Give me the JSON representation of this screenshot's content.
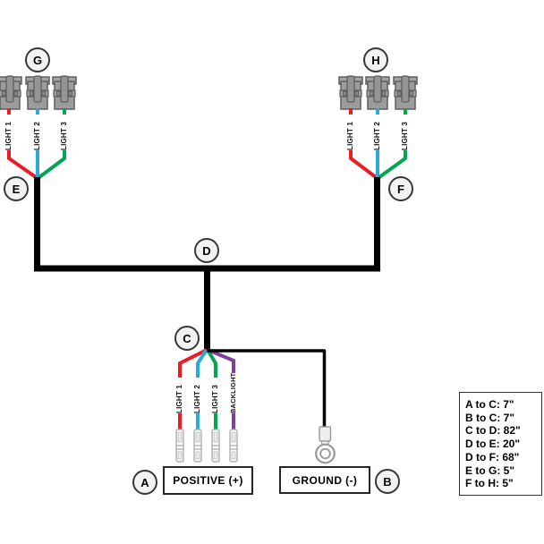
{
  "nodes": {
    "a": "A",
    "b": "B",
    "c": "C",
    "d": "D",
    "e": "E",
    "f": "F",
    "g": "G",
    "h": "H"
  },
  "left_assembly": {
    "wire_labels": [
      "LIGHT 1",
      "LIGHT 2",
      "LIGHT 3"
    ]
  },
  "right_assembly": {
    "wire_labels": [
      "LIGHT 1",
      "LIGHT 2",
      "LIGHT 3"
    ]
  },
  "output_wires": {
    "labels": [
      "LIGHT 1",
      "LIGHT 2",
      "LIGHT 3",
      "BACKLIGHT"
    ]
  },
  "terminal_boxes": {
    "positive": "POSITIVE (+)",
    "ground": "GROUND (-)"
  },
  "legend": {
    "lines": [
      "A to C: 7\"",
      "B to C: 7\"",
      "C to D: 82\"",
      "D to E: 20\"",
      "D to F: 68\"",
      "E to G: 5\"",
      "F to H: 5\""
    ]
  },
  "colors": {
    "wire-light1": "#ed1c24",
    "wire-light2": "#29abe2",
    "wire-light3": "#00a651",
    "wire-backlight": "#7d4199",
    "wire-ground": "#000000",
    "harness": "#000000"
  }
}
